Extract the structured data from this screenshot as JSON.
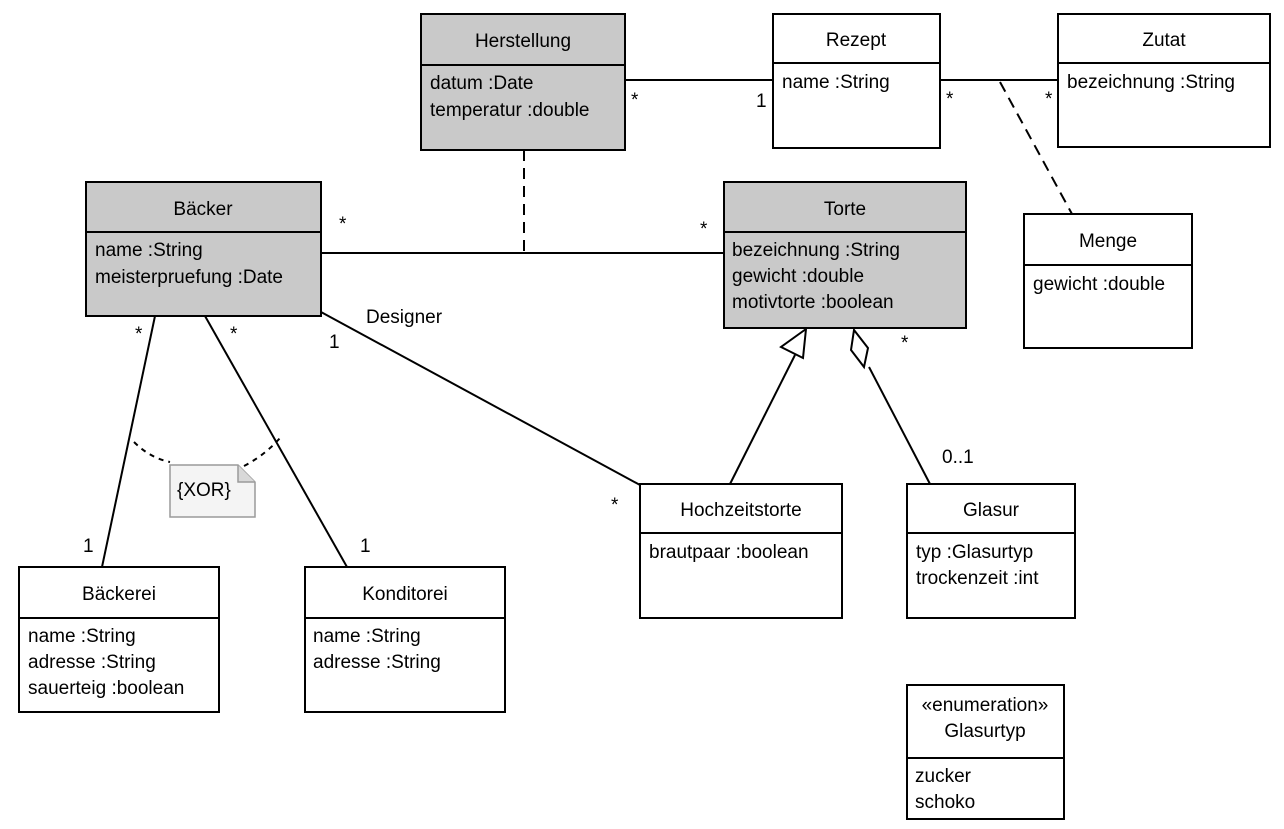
{
  "classes": {
    "herstellung": {
      "name": "Herstellung",
      "attrs": [
        "datum  :Date",
        "temperatur  :double"
      ]
    },
    "rezept": {
      "name": "Rezept",
      "attrs": [
        "name  :String"
      ]
    },
    "zutat": {
      "name": "Zutat",
      "attrs": [
        "bezeichnung  :String"
      ]
    },
    "baecker": {
      "name": "Bäcker",
      "attrs": [
        "name  :String",
        "meisterpruefung  :Date"
      ]
    },
    "torte": {
      "name": "Torte",
      "attrs": [
        "bezeichnung  :String",
        "gewicht  :double",
        "motivtorte  :boolean"
      ]
    },
    "menge": {
      "name": "Menge",
      "attrs": [
        "gewicht  :double"
      ]
    },
    "hochzeitstorte": {
      "name": "Hochzeitstorte",
      "attrs": [
        "brautpaar  :boolean"
      ]
    },
    "glasur": {
      "name": "Glasur",
      "attrs": [
        "typ  :Glasurtyp",
        "trockenzeit  :int"
      ]
    },
    "baeckerei": {
      "name": "Bäckerei",
      "attrs": [
        "name  :String",
        "adresse  :String",
        "sauerteig  :boolean"
      ]
    },
    "konditorei": {
      "name": "Konditorei",
      "attrs": [
        "name  :String",
        "adresse  :String"
      ]
    },
    "glasurtyp": {
      "stereotype": "«enumeration»",
      "name": "Glasurtyp",
      "attrs": [
        "zucker",
        "schoko"
      ]
    }
  },
  "multiplicities": {
    "herstellung_rezept_star": "*",
    "herstellung_rezept_one": "1",
    "rezept_zutat_left": "*",
    "rezept_zutat_right": "*",
    "baecker_torte_left": "*",
    "baecker_torte_right": "*",
    "baecker_baeckerei_top": "*",
    "baecker_konditorei_top": "*",
    "baecker_hochzeit_one": "1",
    "baeckerei_bottom": "1",
    "konditorei_bottom": "1",
    "hochzeit_star": "*",
    "torte_glasur_star": "*",
    "glasur_zero_one": "0..1"
  },
  "labels": {
    "designer": "Designer",
    "xor_note": "{XOR}"
  }
}
